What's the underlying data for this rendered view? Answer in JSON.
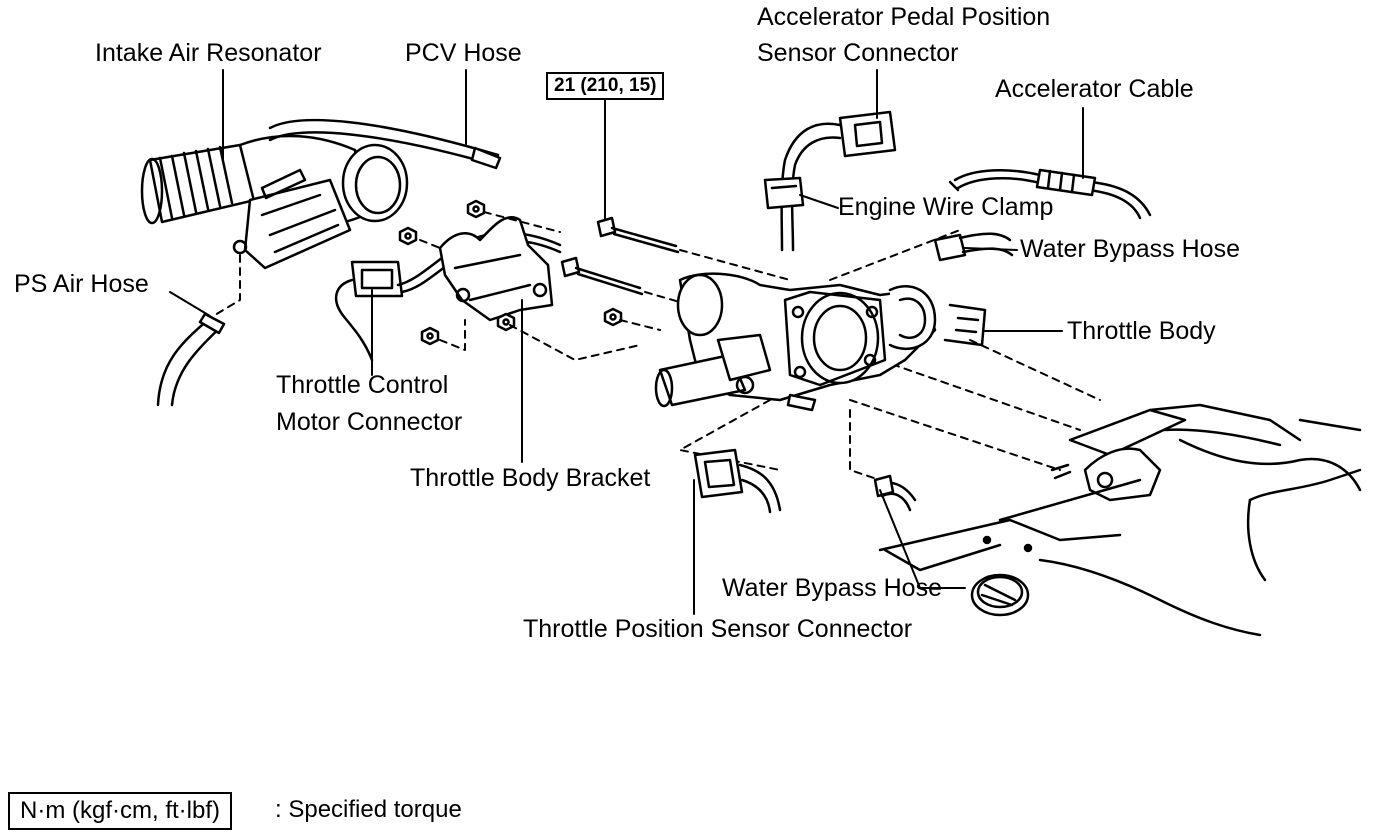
{
  "labels": {
    "intake_air_resonator": "Intake Air Resonator",
    "pcv_hose": "PCV Hose",
    "accelerator_pedal_line1": "Accelerator Pedal Position",
    "accelerator_pedal_line2": "Sensor Connector",
    "accelerator_cable": "Accelerator Cable",
    "engine_wire_clamp": "Engine Wire Clamp",
    "water_bypass_hose_upper": "Water Bypass Hose",
    "throttle_body": "Throttle Body",
    "ps_air_hose": "PS Air Hose",
    "throttle_control_line1": "Throttle Control",
    "throttle_control_line2": "Motor Connector",
    "throttle_body_bracket": "Throttle Body Bracket",
    "water_bypass_hose_lower": "Water Bypass Hose",
    "throttle_position_sensor_connector": "Throttle Position Sensor Connector"
  },
  "torque_spec": "21 (210, 15)",
  "legend": {
    "unit_box": "N·m (kgf·cm, ft·lbf)",
    "description": ": Specified torque"
  }
}
